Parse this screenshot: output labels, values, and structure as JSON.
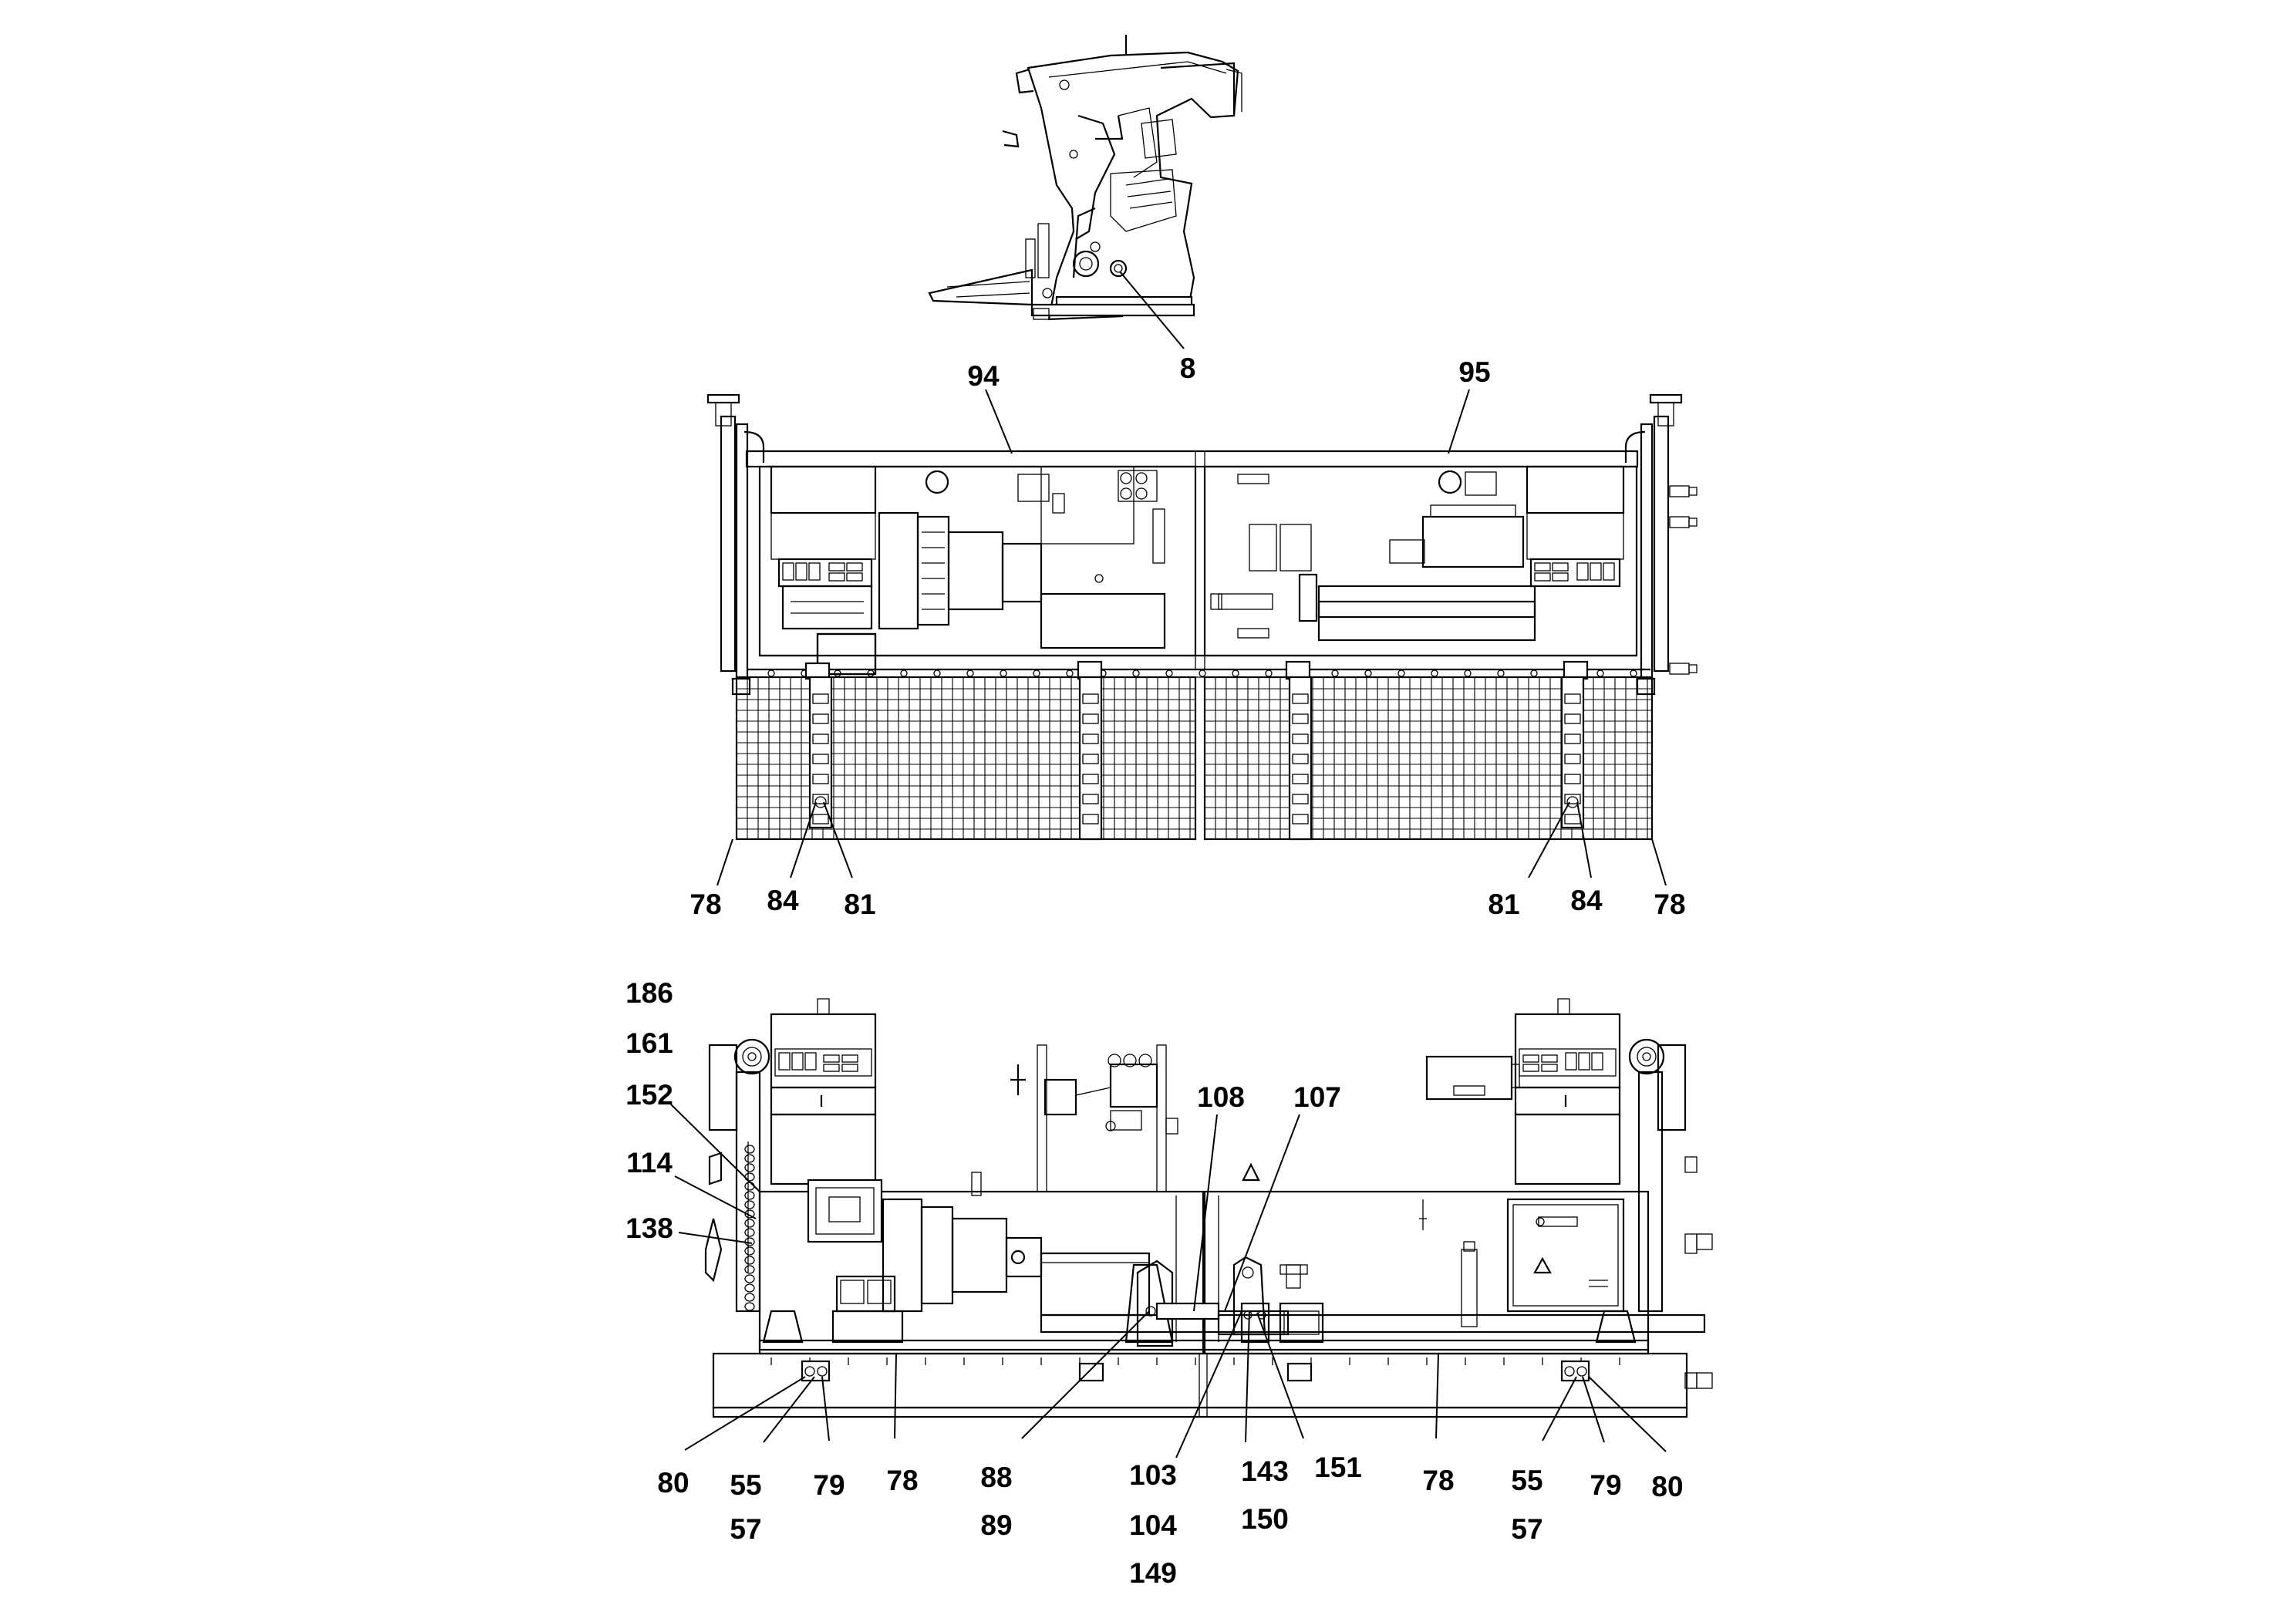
{
  "callouts": {
    "side_view": [
      "8"
    ],
    "top_view": [
      "94",
      "95",
      "78",
      "84",
      "81",
      "81",
      "84",
      "78"
    ],
    "front_view": [
      "186",
      "161",
      "152",
      "114",
      "138",
      "108",
      "107",
      "80",
      "55",
      "57",
      "79",
      "78",
      "88",
      "89",
      "103",
      "104",
      "149",
      "143",
      "150",
      "151",
      "78",
      "55",
      "57",
      "79",
      "80"
    ]
  },
  "colors": {
    "line": "#000000",
    "background": "#ffffff"
  },
  "icons": {
    "warning": "warning-triangle-icon",
    "logo": "manufacturer-logo"
  }
}
